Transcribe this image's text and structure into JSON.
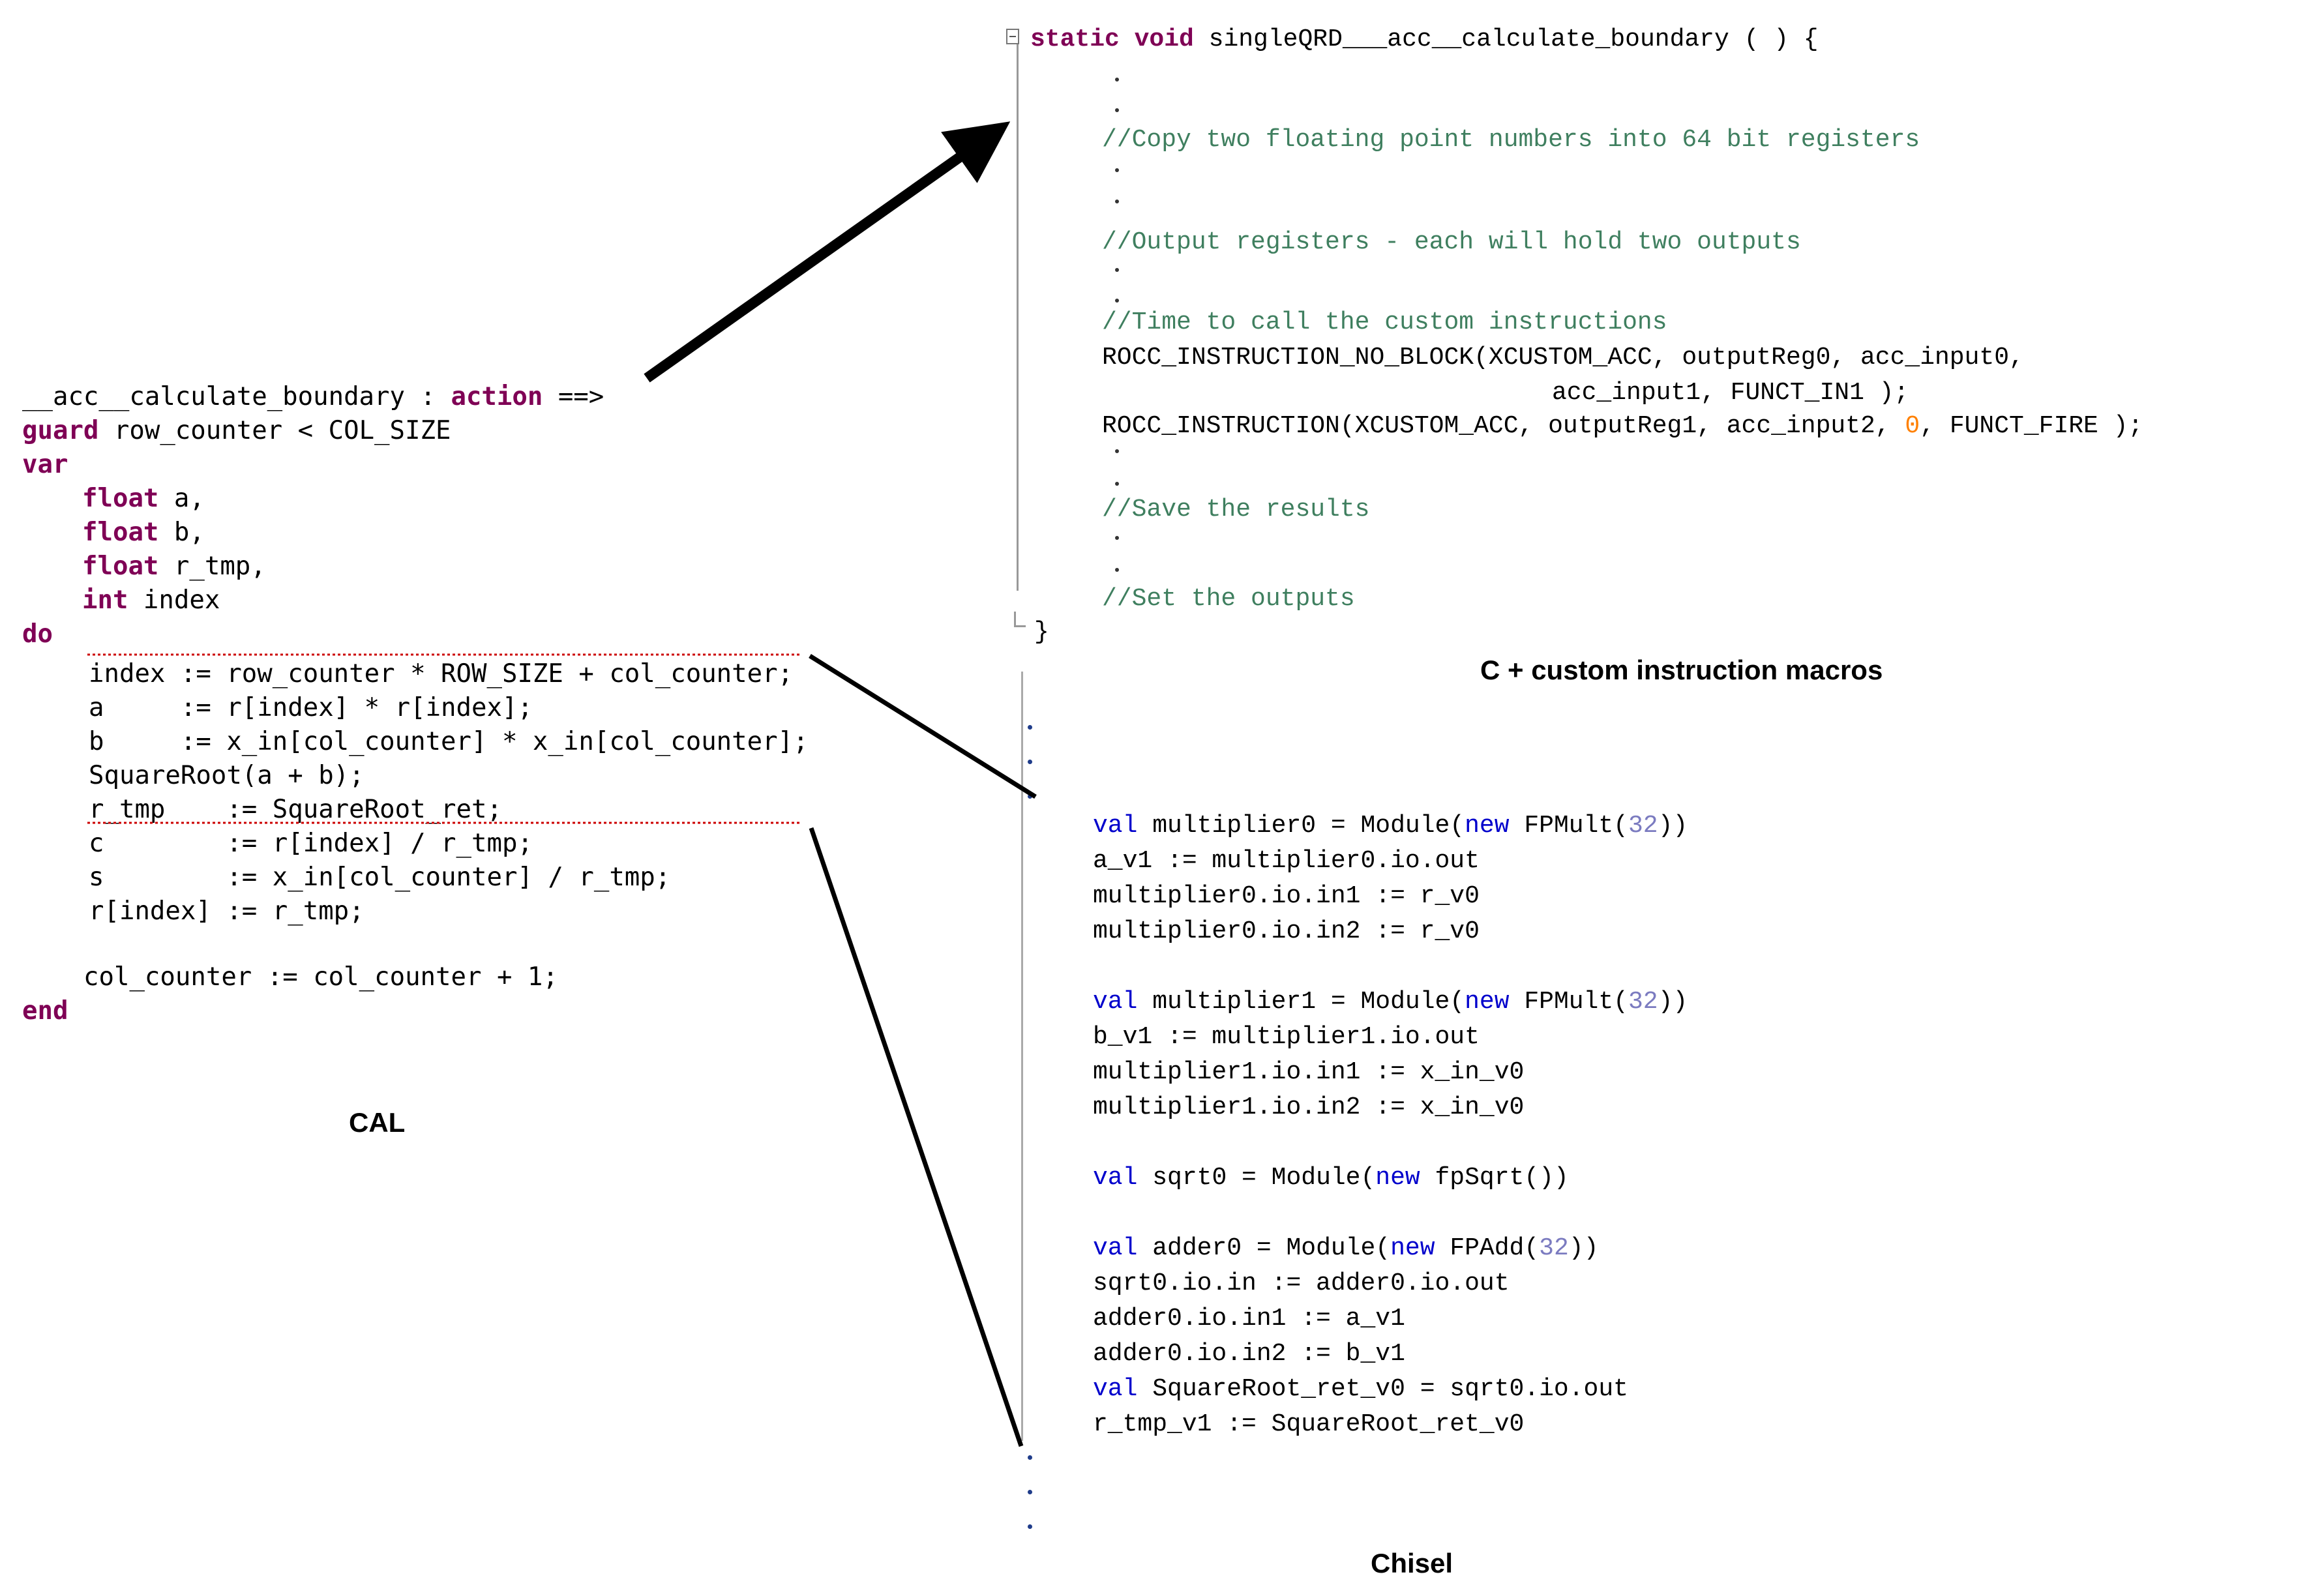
{
  "cal": {
    "header": {
      "name": "__acc__calculate_boundary",
      "sep": " : ",
      "kw_action": "action",
      "arrow": " ==>"
    },
    "guard": {
      "kw": "guard",
      "text": " row_counter < COL_SIZE"
    },
    "var_kw": "var",
    "decls": [
      {
        "type": "float",
        "name": " a,"
      },
      {
        "type": "float",
        "name": " b,"
      },
      {
        "type": "float",
        "name": " r_tmp,"
      },
      {
        "type": "int",
        "name": " index"
      }
    ],
    "do_kw": "do",
    "body": [
      "index := row_counter * ROW_SIZE + col_counter;",
      "a     := r[index] * r[index];",
      "b     := x_in[col_counter] * x_in[col_counter];",
      "SquareRoot(a + b);",
      "r_tmp    := SquareRoot_ret;",
      "c        := r[index] / r_tmp;",
      "s        := x_in[col_counter] / r_tmp;",
      "r[index] := r_tmp;"
    ],
    "increment": "col_counter := col_counter + 1;",
    "end_kw": "end",
    "caption": "CAL"
  },
  "c_code": {
    "signature": {
      "kw": "static void",
      "rest": " singleQRD___acc__calculate_boundary ( ) {"
    },
    "comment_copy": "//Copy two floating point numbers into 64 bit registers",
    "comment_output": "//Output registers - each will hold two outputs",
    "comment_time": "//Time to call the custom instructions",
    "rocc1_a": "ROCC_INSTRUCTION_NO_BLOCK(XCUSTOM_ACC, outputReg0, acc_input0,",
    "rocc1_b": "acc_input1, FUNCT_IN1 );",
    "rocc2_a": "ROCC_INSTRUCTION(XCUSTOM_ACC, outputReg1, acc_input2, ",
    "rocc2_zero": "0",
    "rocc2_b": ", FUNCT_FIRE );",
    "comment_save": "//Save the results",
    "comment_set": "//Set the outputs",
    "close_brace": "}",
    "caption": "C + custom instruction macros"
  },
  "chisel": {
    "m0_decl": {
      "kw": "val",
      "name": " multiplier0 = Module(",
      "new": "new",
      "cls": " FPMult(",
      "num": "32",
      "end": "))"
    },
    "m0_lines": [
      "a_v1 := multiplier0.io.out",
      "multiplier0.io.in1 := r_v0",
      "multiplier0.io.in2 := r_v0"
    ],
    "m1_decl": {
      "kw": "val",
      "name": " multiplier1 = Module(",
      "new": "new",
      "cls": " FPMult(",
      "num": "32",
      "end": "))"
    },
    "m1_lines": [
      "b_v1 := multiplier1.io.out",
      "multiplier1.io.in1 := x_in_v0",
      "multiplier1.io.in2 := x_in_v0"
    ],
    "sqrt_decl": {
      "kw": "val",
      "name": " sqrt0 = Module(",
      "new": "new",
      "cls": " fpSqrt())"
    },
    "add_decl": {
      "kw": "val",
      "name": " adder0 = Module(",
      "new": "new",
      "cls": " FPAdd(",
      "num": "32",
      "end": "))"
    },
    "add_lines": [
      "sqrt0.io.in := adder0.io.out",
      "adder0.io.in1 := a_v1",
      "adder0.io.in2 := b_v1"
    ],
    "ret_decl": {
      "kw": "val",
      "rest": " SquareRoot_ret_v0 = sqrt0.io.out"
    },
    "last_line": "r_tmp_v1 := SquareRoot_ret_v0",
    "caption": "Chisel"
  },
  "colors": {
    "cal_keyword": "#7f0055",
    "c_comment": "#3f7f5f",
    "c_number": "#ff8000",
    "chisel_keyword": "#0000cc",
    "highlight_dashes": "#cc0000"
  }
}
